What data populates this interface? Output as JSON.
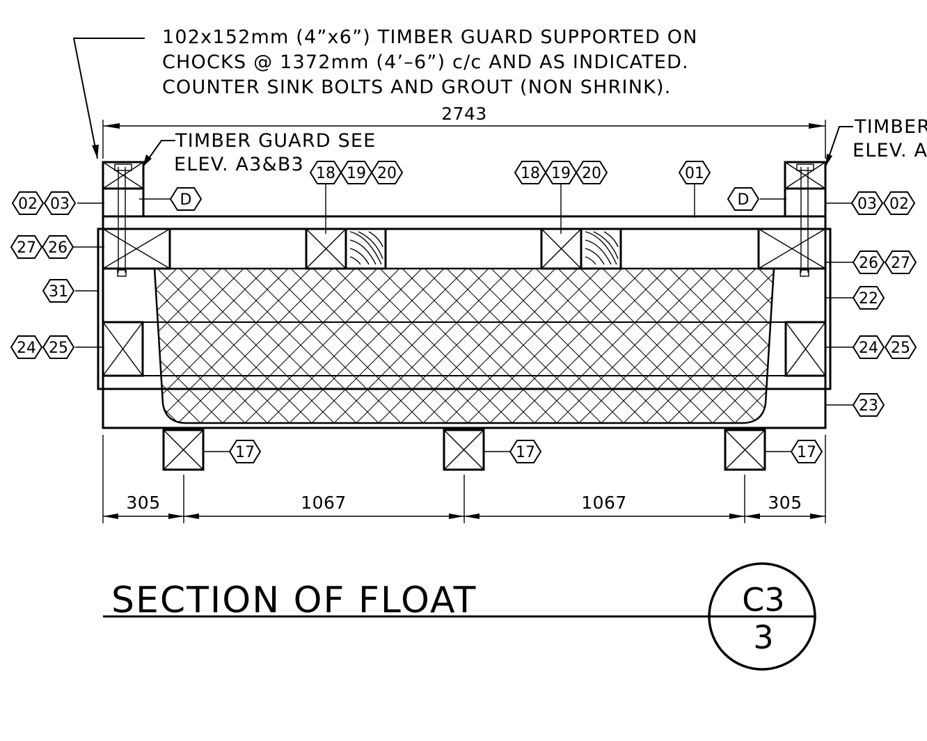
{
  "notes": {
    "guard_line1": "102x152mm (4”x6”) TIMBER GUARD SUPPORTED ON",
    "guard_line2": "CHOCKS @ 1372mm (4’–6”) c/c AND AS INDICATED.",
    "guard_line3": "COUNTER SINK BOLTS AND GROUT (NON SHRINK).",
    "left_timber_line1": "TIMBER GUARD SEE",
    "left_timber_line2": "ELEV. A3&B3",
    "right_timber_line1": "TIMBER",
    "right_timber_line2": "ELEV. A"
  },
  "dimensions": {
    "overall": "2743",
    "left_edge": "305",
    "left_mid": "1067",
    "right_mid": "1067",
    "right_edge": "305"
  },
  "tags": {
    "t18a": "18",
    "t19a": "19",
    "t20a": "20",
    "t18b": "18",
    "t19b": "19",
    "t20b": "20",
    "t01": "01",
    "tDleft": "D",
    "tDright": "D",
    "t02l": "02",
    "t03l": "03",
    "t03r": "03",
    "t02r": "02",
    "t27l": "27",
    "t26l": "26",
    "t26r": "26",
    "t27r": "27",
    "t31": "31",
    "t22": "22",
    "t24l": "24",
    "t25l": "25",
    "t24r": "24",
    "t25r": "25",
    "t23": "23",
    "t17a": "17",
    "t17b": "17",
    "t17c": "17"
  },
  "title": {
    "label": "SECTION OF FLOAT",
    "ref_top": "C3",
    "ref_bottom": "3"
  }
}
